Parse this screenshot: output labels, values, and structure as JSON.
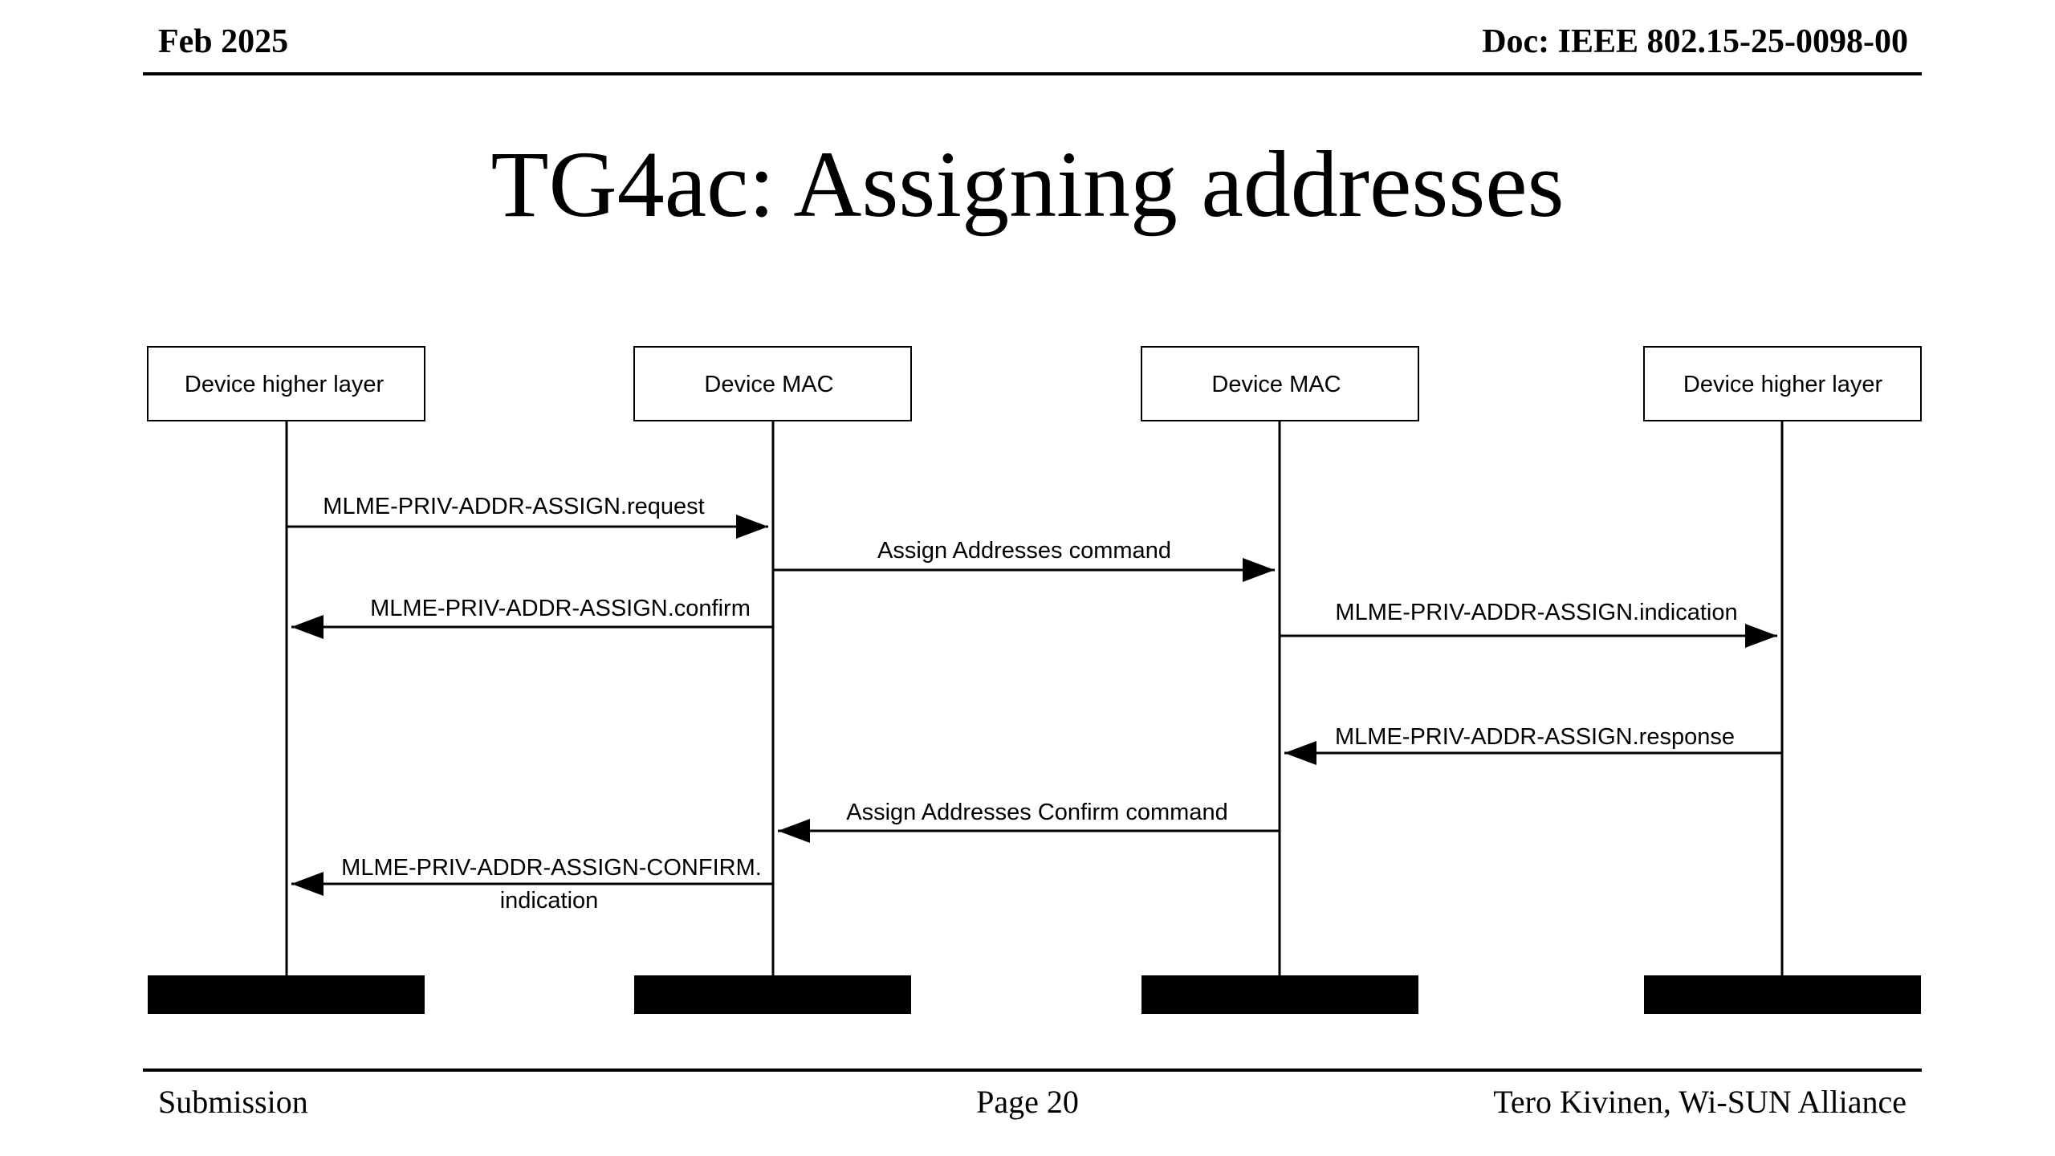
{
  "header": {
    "date": "Feb 2025",
    "doc": "Doc: IEEE 802.15-25-0098-00"
  },
  "title": "TG4ac: Assigning addresses",
  "diagram": {
    "participants": [
      "Device higher layer",
      "Device MAC",
      "Device MAC",
      "Device higher layer"
    ],
    "messages": [
      {
        "from": 0,
        "to": 1,
        "label": "MLME-PRIV-ADDR-ASSIGN.request"
      },
      {
        "from": 1,
        "to": 2,
        "label": "Assign Addresses command"
      },
      {
        "from": 1,
        "to": 0,
        "label": "MLME-PRIV-ADDR-ASSIGN.confirm"
      },
      {
        "from": 2,
        "to": 3,
        "label": "MLME-PRIV-ADDR-ASSIGN.indication"
      },
      {
        "from": 3,
        "to": 2,
        "label": "MLME-PRIV-ADDR-ASSIGN.response"
      },
      {
        "from": 2,
        "to": 1,
        "label": "Assign Addresses Confirm command"
      },
      {
        "from": 1,
        "to": 0,
        "label": "MLME-PRIV-ADDR-ASSIGN-CONFIRM.",
        "label2": "indication"
      }
    ]
  },
  "footer": {
    "left": "Submission",
    "center": "Page 20",
    "right": "Tero Kivinen, Wi-SUN Alliance"
  }
}
